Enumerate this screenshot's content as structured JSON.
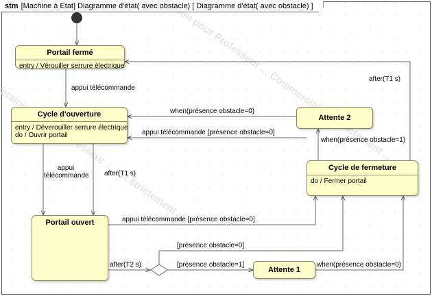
{
  "frame": {
    "keyword": "stm",
    "title": "[Machine à Etat] Diagramme d'état( avec obstacle) [ Diagramme d'état( avec obstacle) ]"
  },
  "states": {
    "portail_ferme": {
      "name": "Portail fermé",
      "lines": [
        "entry / Vérouiller serrure électrique"
      ]
    },
    "cycle_ouverture": {
      "name": "Cycle d'ouverture",
      "lines": [
        "entry / Déverouiller serrure électrique",
        "do / Ouvrir portail"
      ]
    },
    "portail_ouvert": {
      "name": "Portail ouvert",
      "lines": []
    },
    "attente_2": {
      "name": "Attente 2",
      "lines": []
    },
    "cycle_fermeture": {
      "name": "Cycle de fermeture",
      "lines": [
        "do / Fermer portail"
      ]
    },
    "attente_1": {
      "name": "Attente 1",
      "lines": []
    }
  },
  "transitions": {
    "t_ferme_ouverture": "appui télécommande",
    "t_ouverture_ouvert_appui": [
      "appui",
      "télécommande"
    ],
    "t_ouverture_ouvert_after": "after(T1 s)",
    "t_attente2_ouverture": "when(présence obstacle=0)",
    "t_fermeture_ouverture": "appui télécommande [présence obstacle=0]",
    "t_fermeture_attente2": "when(présence obstacle=1)",
    "t_fermeture_ferme": "after(T1 s)",
    "t_ouvert_fermeture": "appui télécommande [présence obstacle=0]",
    "t_ouvert_choice": "after(T2 s)",
    "t_choice_fermeture": "[présence obstacle=0]",
    "t_choice_attente1": "[présence obstacle=1]",
    "t_attente1_fermeture": "when(présence obstacle=0)"
  },
  "watermark": {
    "line1": "Version pour Professeur ... Commercial est strictement ...",
    "line2": "Version ... pour Professeur ... est strictement ..."
  }
}
